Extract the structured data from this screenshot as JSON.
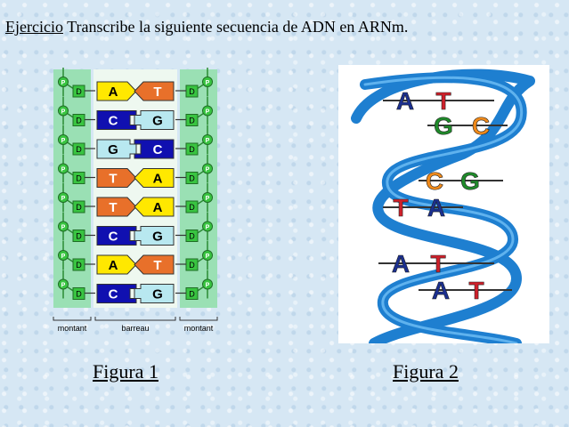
{
  "header": {
    "label": "Ejercicio",
    "instruction": "Transcribe la siguiente secuencia de ADN en ARNm."
  },
  "figura1": {
    "caption": "Figura 1",
    "phosphate": "P",
    "sugar": "D",
    "pairs": [
      {
        "left": "A",
        "right": "T"
      },
      {
        "left": "C",
        "right": "G"
      },
      {
        "left": "G",
        "right": "C"
      },
      {
        "left": "T",
        "right": "A"
      },
      {
        "left": "T",
        "right": "A"
      },
      {
        "left": "C",
        "right": "G"
      },
      {
        "left": "A",
        "right": "T"
      },
      {
        "left": "C",
        "right": "G"
      }
    ],
    "labels": {
      "left": "montant",
      "middle": "barreau",
      "right": "montant"
    },
    "colors": {
      "A": "#ffe800",
      "T": "#e8702a",
      "C": "#1010b0",
      "G": "#b8e8f0",
      "strand": "#9ae0b4",
      "node": "#39c441"
    }
  },
  "figura2": {
    "caption": "Figura 2",
    "pairs": [
      {
        "left": "A",
        "right": "T"
      },
      {
        "left": "G",
        "right": "C"
      },
      {
        "left": "C",
        "right": "G"
      },
      {
        "left": "T",
        "right": "A"
      },
      {
        "left": "A",
        "right": "T"
      },
      {
        "left": "A",
        "right": "T"
      }
    ],
    "colors": {
      "A": "#1b2f8f",
      "T": "#d0202a",
      "G": "#1f8a2a",
      "C": "#f08a1a",
      "helix": "#1e7fd0"
    }
  }
}
